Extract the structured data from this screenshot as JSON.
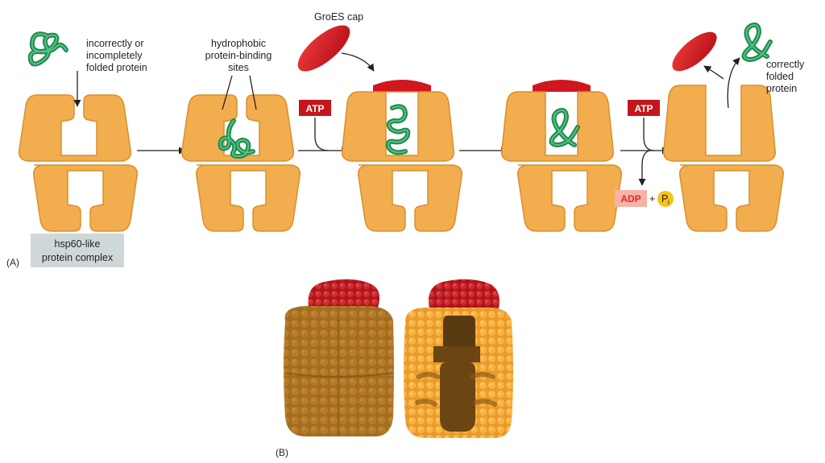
{
  "panel_a": {
    "label": "(A)",
    "misfolded_label": [
      "incorrectly or",
      "incompletely",
      "folded protein"
    ],
    "binding_label": [
      "hydrophobic",
      "protein-binding",
      "sites"
    ],
    "cap_label": "GroES cap",
    "complex_label": [
      "hsp60-like",
      "protein complex"
    ],
    "correct_label": [
      "correctly",
      "folded",
      "protein"
    ],
    "atp_1": "ATP",
    "atp_2": "ATP",
    "adp": "ADP",
    "plus": "+",
    "pi": "P",
    "pi_sub": "i"
  },
  "panel_b": {
    "label": "(B)"
  },
  "colors": {
    "chaperonin": "#f2ad4e",
    "chaperonin_edge": "#d98f2f",
    "cap_red": "#d0161e",
    "protein_green": "#1e8a4d",
    "atp_box": "#c4161c",
    "adp_box": "#f7b3a6",
    "pi_circle": "#f6c21b",
    "complex_box": "#cfd8d9",
    "model_brown": "#a06a1e",
    "model_cut": "#f3a93b",
    "model_red": "#c1272d"
  }
}
